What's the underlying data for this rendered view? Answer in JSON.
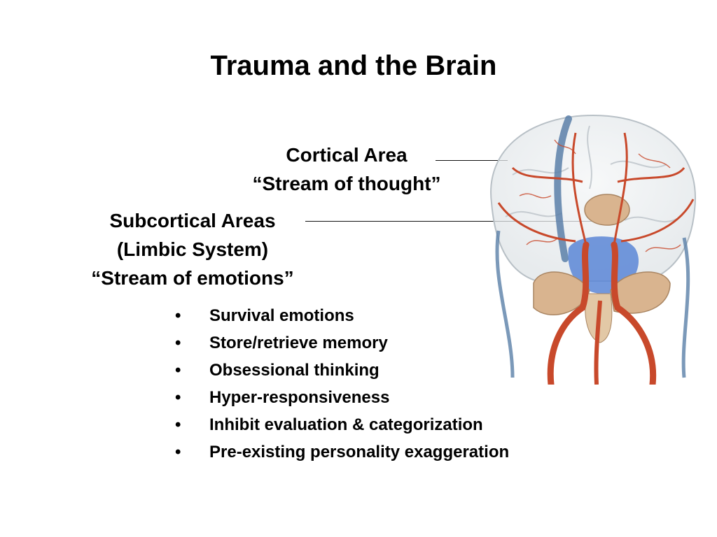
{
  "slide": {
    "title": "Trauma and the Brain",
    "cortical": {
      "line1": "Cortical Area",
      "line2": "“Stream of thought”"
    },
    "subcortical": {
      "line1": "Subcortical Areas",
      "line2": "(Limbic System)",
      "line3": "“Stream of emotions”"
    },
    "bullet_marker": "•",
    "bullets": [
      "Survival emotions",
      "Store/retrieve memory",
      "Obsessional thinking",
      "Hyper-responsiveness",
      "Inhibit evaluation & categorization",
      "Pre-existing personality exaggeration"
    ]
  },
  "colors": {
    "artery": "#c8492b",
    "vein": "#5a7fa8",
    "limbic": "#5b86d6",
    "cerebellum": "#d9b48f",
    "brain_outline": "#b8c0c6"
  }
}
